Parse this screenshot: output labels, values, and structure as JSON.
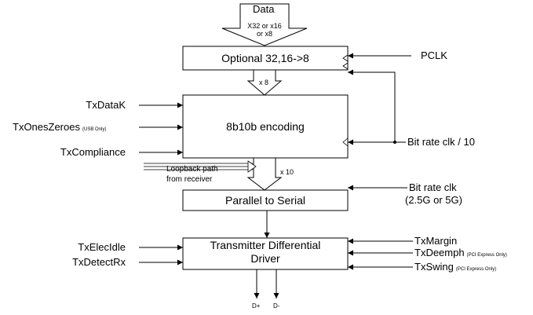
{
  "top": {
    "data_label": "Data",
    "width_note_line1": "X32 or x16",
    "width_note_line2": "or x8"
  },
  "blocks": {
    "optional": "Optional 32,16->8",
    "encoding": "8b10b encoding",
    "serializer": "Parallel to Serial",
    "driver_line1": "Transmitter Differential",
    "driver_line2": "Driver"
  },
  "buses": {
    "x8": "x 8",
    "x10": "x 10"
  },
  "clocks": {
    "pclk": "PCLK",
    "bit_rate_clk_div10": "Bit rate clk / 10",
    "bit_rate_clk": "Bit rate clk",
    "bit_rate_values": "(2.5G or 5G)"
  },
  "inputs_left": {
    "txdatak": "TxDataK",
    "txoneszeroes": "TxOnesZeroes",
    "txoneszeroes_note": "(USB Only)",
    "txcompliance": "TxCompliance",
    "loopback_line1": "Loopback path",
    "loopback_line2": "from receiver",
    "txelecidle": "TxElecIdle",
    "txdetectrx": "TxDetectRx"
  },
  "inputs_right": {
    "txmargin": "TxMargin",
    "txdeemph": "TxDeemph",
    "txdeemph_note": "(PCI Express Only)",
    "txswing": "TxSwing",
    "txswing_note": "(PCI Express Only)"
  },
  "outputs": {
    "dplus": "D+",
    "dminus": "D-"
  }
}
